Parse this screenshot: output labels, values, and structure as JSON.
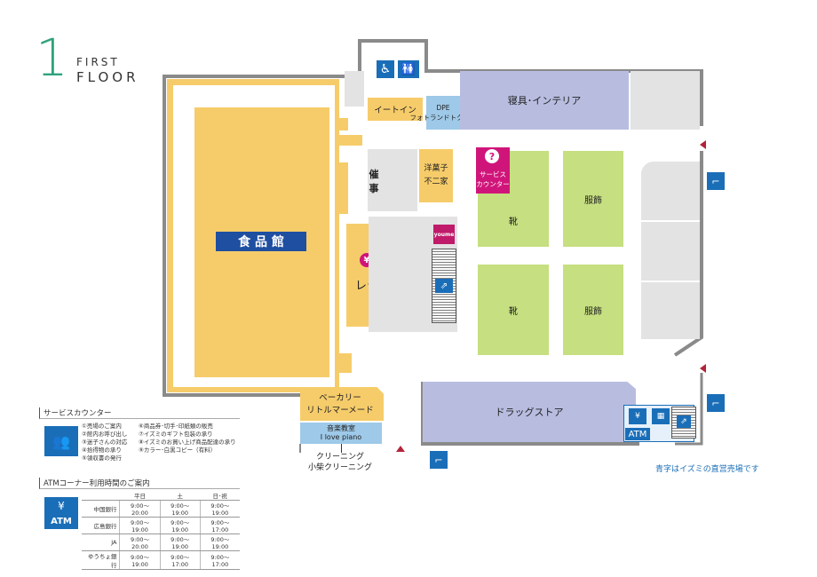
{
  "floor": {
    "number": "1",
    "word_top": "FIRST",
    "word_bottom": "FLOOR"
  },
  "colors": {
    "accent_green": "#2fa27e",
    "food_hall": "#1e4fa0",
    "service_magenta": "#d0157a",
    "arrow": "#b3243a",
    "legend_blue": "#1a6eb8"
  },
  "areas": {
    "food_hall": "食 品 館",
    "eat_in": "イートイン",
    "dpe": "DPE\nフォトランドトクナガ",
    "bedding": "寝具･インテリア",
    "event": "催\n事",
    "confectionery": "洋菓子\n不二家",
    "service_counter": "サービス\nカウンター",
    "register": "レジ",
    "shoes_1": "靴",
    "shoes_2": "靴",
    "clothing_1": "服飾",
    "clothing_2": "服飾",
    "bakery": "ベーカリー\nリトルマーメード",
    "music": "音楽教室\nI love piano",
    "drugstore": "ドラッグストア",
    "cleaning": "クリーニング\n小柴クリーニング",
    "atm_label": "ATM",
    "footnote": "青字はイズミの直営売場です"
  },
  "icons": [
    "wheelchair-icon",
    "restroom-icon",
    "question-icon",
    "yen-icon",
    "escalator-icon",
    "stairs-icon",
    "atm-icon",
    "locker-icon",
    "entrance-arrow-icon",
    "youme-logo"
  ],
  "service_legend": {
    "title": "サービスカウンター",
    "left": [
      "①売場のご案内",
      "②館内お呼び出し",
      "③迷子さんの対応",
      "④拾得物の承り",
      "⑤領収書の発行"
    ],
    "right": [
      "⑥商品券･切手･印紙類の販売",
      "⑦イズミのギフト包装の承り",
      "⑧イズミのお買い上げ商品配達の承り",
      "⑨カラー･白黒コピー（有料）"
    ]
  },
  "atm_legend": {
    "title": "ATMコーナー利用時間のご案内",
    "icon_label": "ATM",
    "columns": [
      "",
      "平日",
      "土",
      "日･祝"
    ],
    "rows": [
      [
        "中国銀行",
        "9:00～20:00",
        "9:00～19:00",
        "9:00～19:00"
      ],
      [
        "広島銀行",
        "9:00～19:00",
        "9:00～19:00",
        "9:00～17:00"
      ],
      [
        "JA",
        "9:00～20:00",
        "9:00～19:00",
        "9:00～19:00"
      ],
      [
        "ゆうちょ銀行",
        "9:00～19:00",
        "9:00～17:00",
        "9:00～17:00"
      ]
    ]
  }
}
